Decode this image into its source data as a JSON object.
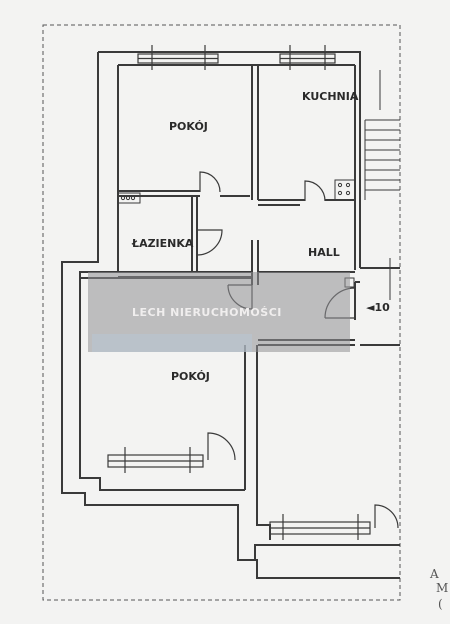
{
  "plan": {
    "rooms": [
      {
        "id": "pokoj-top",
        "label": "POKÓJ"
      },
      {
        "id": "kuchnia",
        "label": "KUCHNIA"
      },
      {
        "id": "lazienka",
        "label": "ŁAZIENKA"
      },
      {
        "id": "hall",
        "label": "HALL"
      },
      {
        "id": "pokoj-bottom",
        "label": "POKÓJ"
      }
    ],
    "marker": "◄10",
    "watermark": "LECH NIERUCHOMOŚCI",
    "corner_text": "A\nM\n("
  }
}
